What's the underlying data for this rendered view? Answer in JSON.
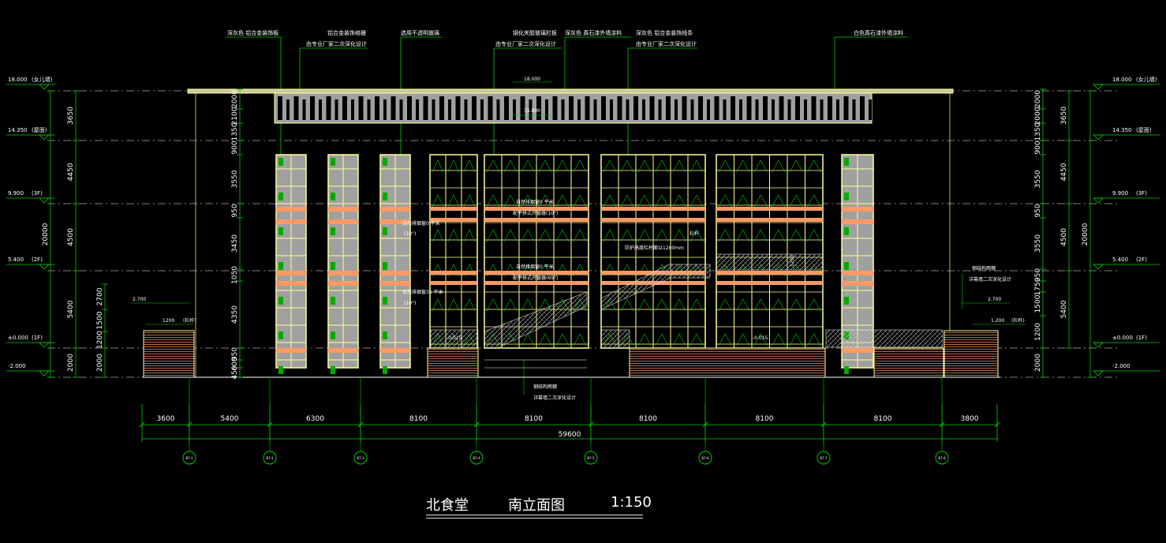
{
  "title": {
    "name": "北食堂",
    "view": "南立面图",
    "scale": "1:150"
  },
  "colors": {
    "background": "#000000",
    "dimension": "#00cc00",
    "building": "#ffff99",
    "panel": "#a0a0a0",
    "band": "#ff9966",
    "axis": "#ffffff",
    "annotation": "#ffffff"
  },
  "top_annotations": [
    {
      "id": "a1",
      "text": "深灰色 铝合金装饰板"
    },
    {
      "id": "a2",
      "text": "铝合金装饰格栅"
    },
    {
      "id": "a2b",
      "text": "由专业厂家二次深化设计"
    },
    {
      "id": "a3",
      "text": "选用不透明玻璃"
    },
    {
      "id": "a4",
      "text": "钢化夹胶玻璃栏板"
    },
    {
      "id": "a4b",
      "text": "由专业厂家二次深化设计"
    },
    {
      "id": "a5",
      "text": "深灰色 真石漆外墙涂料"
    },
    {
      "id": "a6",
      "text": "深灰色 铝合金装饰线条"
    },
    {
      "id": "a6b",
      "text": "由专业厂家二次深化设计"
    },
    {
      "id": "a7",
      "text": "白色真石漆外墙涂料"
    }
  ],
  "level_labels": {
    "left": [
      {
        "elev": "18.000",
        "note": "(女儿墙)"
      },
      {
        "elev": "14.350",
        "note": "(屋面)"
      },
      {
        "elev": "9.900",
        "note": "(3F)"
      },
      {
        "elev": "5.400",
        "note": "(2F)"
      },
      {
        "elev": "±0.000",
        "note": "(1F)"
      },
      {
        "elev": "-2.000",
        "note": ""
      }
    ],
    "right": [
      {
        "elev": "18.000",
        "note": "(女儿墙)"
      },
      {
        "elev": "14.350",
        "note": "(屋面)"
      },
      {
        "elev": "9.900",
        "note": "(3F)"
      },
      {
        "elev": "5.400",
        "note": "(2F)"
      },
      {
        "elev": "±0.000",
        "note": "(1F)"
      },
      {
        "elev": "-2.000",
        "note": ""
      }
    ]
  },
  "vertical_dims": {
    "left_outer": [
      "3650",
      "4450",
      "4500",
      "5400",
      "2000"
    ],
    "left_total": "20000",
    "left_inner": [
      "2700",
      "1500",
      "1200",
      "2000"
    ],
    "center": [
      "2000",
      "2100",
      "1350",
      "900",
      "3550",
      "950",
      "3450",
      "1050",
      "4350",
      "950",
      "600",
      "450"
    ],
    "right_inner": [
      "2000",
      "2000",
      "1350",
      "900",
      "3550",
      "950",
      "3550",
      "950",
      "1750",
      "1500",
      "1200",
      "2000"
    ],
    "right_outer": [
      "3650",
      "4450",
      "4500",
      "5400"
    ],
    "right_total": "20000"
  },
  "horizontal_dims": {
    "bays": [
      "3600",
      "5400",
      "6300",
      "8100",
      "8100",
      "8100",
      "8100",
      "8100",
      "3800"
    ],
    "total": "59600"
  },
  "axes": [
    "B7-1",
    "B7-2",
    "B7-3",
    "B7-4",
    "B7-5",
    "B7-6",
    "B7-7",
    "B7-8"
  ],
  "interior_labels": {
    "top_18": "18.000",
    "top_15": "15.800",
    "left_2700": "2.700",
    "left_1200": "1200",
    "left_railing": "(栏杆)",
    "right_2700": "2.700",
    "right_1200": "1.200",
    "right_railing": "(栏杆)",
    "win1": "自然排烟窗0 平米",
    "win1b": "(10°)",
    "win2": "自然排烟窗35 平米",
    "win2b": "(10°)",
    "win3": "自然排烟窗0 平米",
    "win3b": "配平移式开窗器(10°)",
    "win4": "自然排烟窗0 平米",
    "win4b": "配平移式开窗器(65°)",
    "rail": "防护高度栏杆面以1200mm",
    "railtag": "栏杆",
    "h1200": "1200",
    "lvl_a": "-0.015",
    "lvl_b": "-0.015",
    "canopy_left": "钢结构雨棚",
    "canopy_leftb": "详幕墙二次深化设计",
    "canopy_right": "钢结构雨棚",
    "canopy_rightb": "详幕墙二次深化设计"
  }
}
